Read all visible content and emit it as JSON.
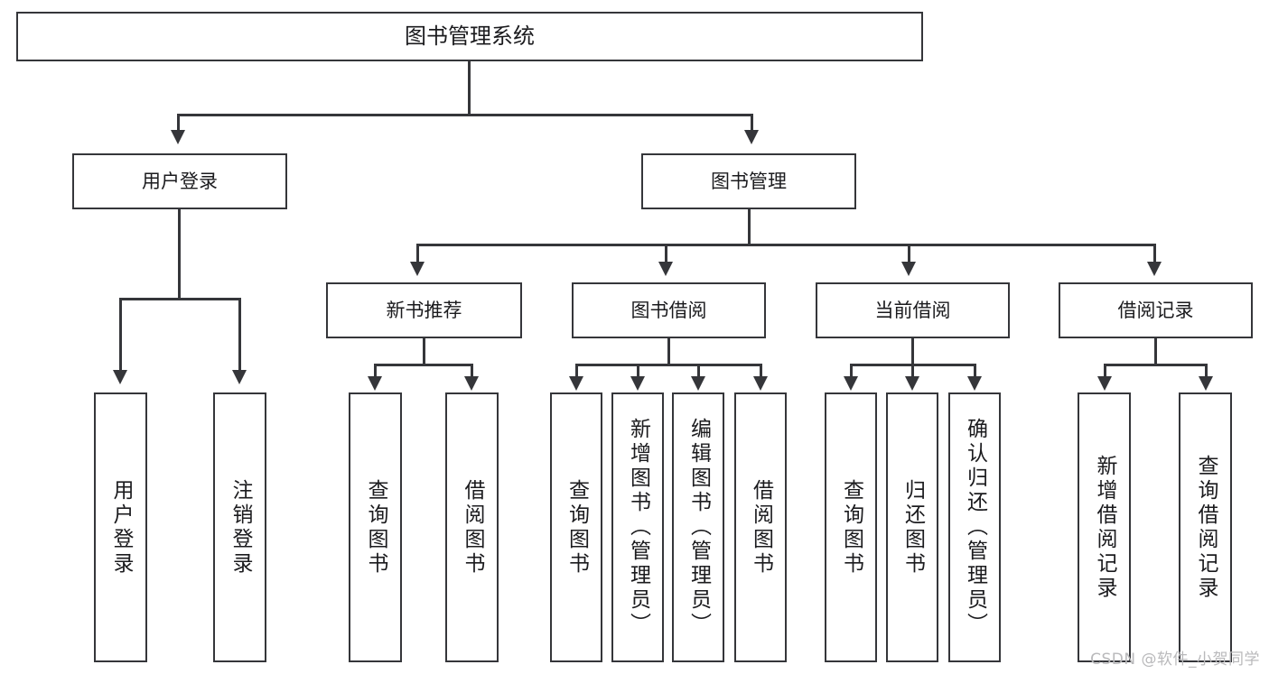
{
  "diagram": {
    "title": "图书管理系统",
    "root": {
      "label": "图书管理系统"
    },
    "level1": [
      {
        "label": "用户登录"
      },
      {
        "label": "图书管理"
      }
    ],
    "level2": [
      {
        "label": "新书推荐"
      },
      {
        "label": "图书借阅"
      },
      {
        "label": "当前借阅"
      },
      {
        "label": "借阅记录"
      }
    ],
    "leaves": {
      "user_login": [
        {
          "label": "用户登录"
        },
        {
          "label": "注销登录"
        }
      ],
      "new_book_recommend": [
        {
          "label": "查询图书"
        },
        {
          "label": "借阅图书"
        }
      ],
      "book_borrow": [
        {
          "label": "查询图书"
        },
        {
          "label": "新增图书（管理员）"
        },
        {
          "label": "编辑图书（管理员）"
        },
        {
          "label": "借阅图书"
        }
      ],
      "current_borrow": [
        {
          "label": "查询图书"
        },
        {
          "label": "归还图书"
        },
        {
          "label": "确认归还（管理员）"
        }
      ],
      "borrow_record": [
        {
          "label": "新增借阅记录"
        },
        {
          "label": "查询借阅记录"
        }
      ]
    }
  },
  "watermark": {
    "text": "CSDN @软件_小贺同学"
  },
  "colors": {
    "stroke": "#35363a",
    "text": "#1b1b1e",
    "background": "#ffffff",
    "watermark": "#b9b9bb"
  }
}
